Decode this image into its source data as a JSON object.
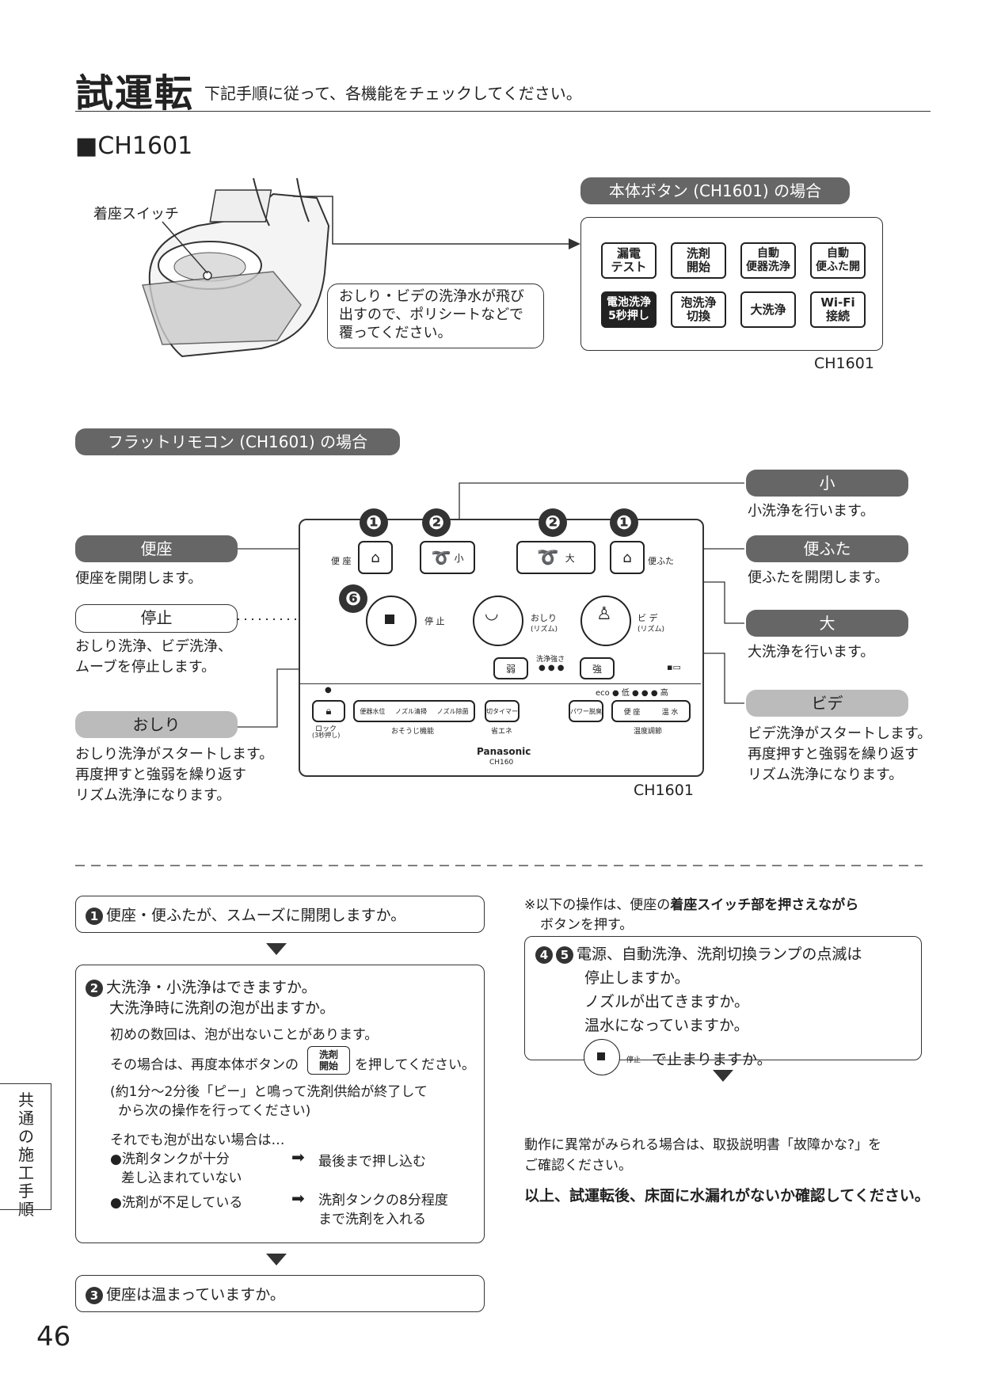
{
  "header": {
    "title": "試運転",
    "subtitle": "下記手順に従って、各機能をチェックしてください。",
    "model": "■CH1601"
  },
  "main_unit": {
    "seat_switch_label": "着座スイッチ",
    "callout": [
      "おしり・ビデの洗浄水が飛び",
      "出すので、ポリシートなどで",
      "覆ってください。"
    ],
    "panel_title": "本体ボタン (CH1601) の場合",
    "buttons": [
      {
        "label": "漏電\nテスト"
      },
      {
        "label": "洗剤\n開始"
      },
      {
        "label": "自動\n便器洗浄"
      },
      {
        "label": "自動\n便ふた開"
      },
      {
        "label": "電池洗浄\n5秒押し"
      },
      {
        "label": "泡洗浄\n切換"
      },
      {
        "label": "大洗浄"
      },
      {
        "label": "Wi-Fi\n接続"
      }
    ],
    "model_caption": "CH1601"
  },
  "remote": {
    "title": "フラットリモコン (CH1601) の場合",
    "labels": {
      "benza": "便座",
      "benza_desc": "便座を開閉します。",
      "teishi": "停止",
      "teishi_desc": [
        "おしり洗浄、ビデ洗浄、",
        "ムーブを停止します。"
      ],
      "oshiri": "おしり",
      "oshiri_desc": [
        "おしり洗浄がスタートします。",
        "再度押すと強弱を繰り返す",
        "リズム洗浄になります。"
      ],
      "sho": "小",
      "sho_desc": "小洗浄を行います。",
      "benfuta": "便ふた",
      "benfuta_desc": "便ふたを開閉します。",
      "dai": "大",
      "dai_desc": "大洗浄を行います。",
      "bide": "ビデ",
      "bide_desc": [
        "ビデ洗浄がスタートします。",
        "再度押すと強弱を繰り返す",
        "リズム洗浄になります。"
      ]
    },
    "numbers": {
      "n1": "❶",
      "n2": "❷",
      "n6": "❻"
    },
    "device": {
      "benza": "便 座",
      "sho": "小",
      "dai": "大",
      "benfuta": "便ふた",
      "teishi": "停 止",
      "oshiri": "おしり",
      "oshiri_sub": "(リズム)",
      "bide": "ビ デ",
      "bide_sub": "(リズム)",
      "jaku": "弱",
      "kyo": "強",
      "strength": "洗浄強さ",
      "dots": "● ● ●",
      "eco_scale": "eco ● 低 ● ● ● 高",
      "lock": "ロック",
      "lock_sub": "(3秒押し)",
      "benki_suii": "便器水位",
      "nozzle_seisou": "ノズル清掃",
      "nozzle_jokin": "ノズル除菌",
      "osouji": "おそうじ機能",
      "kiri_timer": "切タイマー",
      "shoene": "省エネ",
      "power_dassyu": "パワー脱臭",
      "benza_t": "便 座",
      "onsui": "温 水",
      "ondo": "温度調節",
      "brand": "Panasonic",
      "model": "CH160"
    },
    "model_caption": "CH1601"
  },
  "steps": {
    "s1": "便座・便ふたが、スムーズに開閉しますか。",
    "s2_lines": [
      "大洗浄・小洗浄はできますか。",
      "大洗浄時に洗剤の泡が出ますか。"
    ],
    "s2_note1": "初めの数回は、泡が出ないことがあります。",
    "s2_note2a": "その場合は、再度本体ボタンの",
    "s2_btn": "洗剤\n開始",
    "s2_note2b": "を押してください。",
    "s2_note3": [
      "(約1分～2分後「ピー」と鳴って洗剤供給が終了して",
      "から次の操作を行ってください)"
    ],
    "s2_note4": "それでも泡が出ない場合は…",
    "s2_cause1": [
      "●洗剤タンクが十分",
      "差し込まれていない"
    ],
    "s2_fix1": "最後まで押し込む",
    "s2_cause2": "●洗剤が不足している",
    "s2_fix2": [
      "洗剤タンクの8分程度",
      "まで洗剤を入れる"
    ],
    "s3": "便座は温まっていますか。",
    "note_top_a": "※以下の操作は、便座の",
    "note_top_b": "着座スイッチ部を押さえながら",
    "note_top_c": "ボタンを押す。",
    "s45_lines": [
      "電源、自動洗浄、洗剤切換ランプの点滅は",
      "停止しますか。",
      "ノズルが出てきますか。",
      "温水になっていますか。"
    ],
    "s45_stop_small": "停止",
    "s45_stop": "で止まりますか。",
    "final1": [
      "動作に異常がみられる場合は、取扱説明書「故障かな?」を",
      "ご確認ください。"
    ],
    "final2": "以上、試運転後、床面に水漏れがないか確認してください。"
  },
  "side_tab": "共通の施工手順",
  "page_number": "46"
}
